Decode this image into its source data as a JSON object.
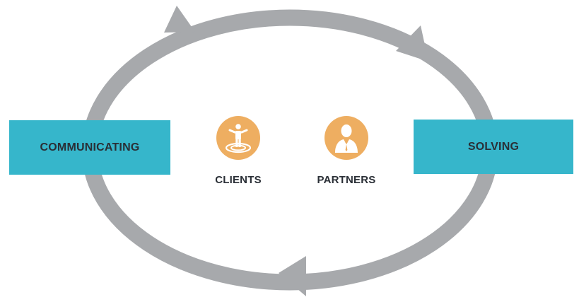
{
  "colors": {
    "cycle_arrow": "#a7a9ac",
    "stage_box": "#36b6cb",
    "actor_circle": "#eeae61",
    "text": "#2a2f36",
    "icon_glyph": "#ffffff"
  },
  "stages": {
    "left": "COMMUNICATING",
    "right": "SOLVING"
  },
  "actors": [
    {
      "label": "CLIENTS",
      "icon": "person-on-target-icon"
    },
    {
      "label": "PARTNERS",
      "icon": "businessman-icon"
    }
  ]
}
